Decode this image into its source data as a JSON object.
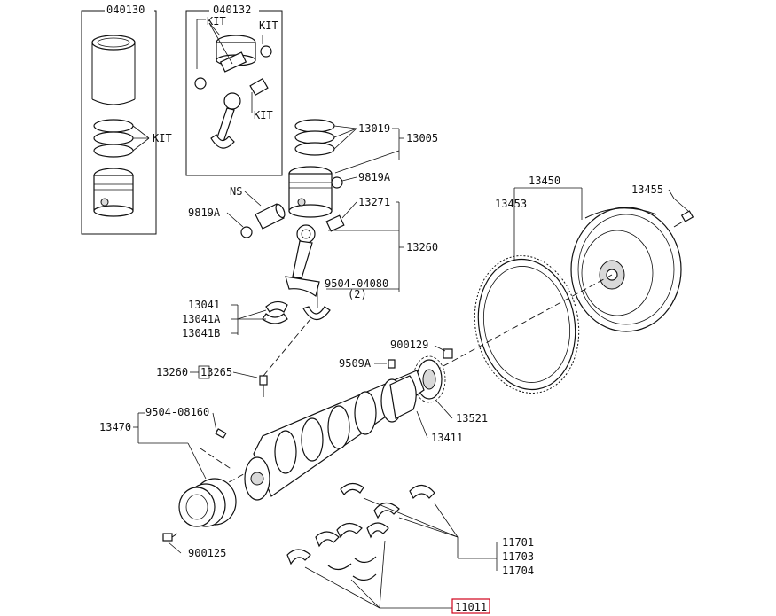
{
  "colors": {
    "ink": "#111111",
    "highlight": "#d0021b",
    "background": "#ffffff"
  },
  "boxes": {
    "liner_kit": "040130",
    "conrod_kit": "040132"
  },
  "kit_labels": [
    "KIT",
    "KIT",
    "KIT",
    "KIT"
  ],
  "callouts": {
    "c13019": "13019",
    "c13005": "13005",
    "c9819a_top": "9819A",
    "c_ns": "NS",
    "c9819a_left": "9819A",
    "c13271": "13271",
    "c13260_right": "13260",
    "c9504_04080": "9504-04080",
    "c9504_qty": "(2)",
    "c13041": "13041",
    "c13041a": "13041A",
    "c13041b": "13041B",
    "c13260_left": "13260",
    "c13265": "13265",
    "c900129": "900129",
    "c9509a": "9509A",
    "c13450": "13450",
    "c13453": "13453",
    "c13455": "13455",
    "c13521": "13521",
    "c13411": "13411",
    "c13470": "13470",
    "c9504_08160": "9504-08160",
    "c900125": "900125",
    "c11701": "11701",
    "c11703": "11703",
    "c11704": "11704",
    "c11011": "11011"
  },
  "highlighted_part": "11011"
}
